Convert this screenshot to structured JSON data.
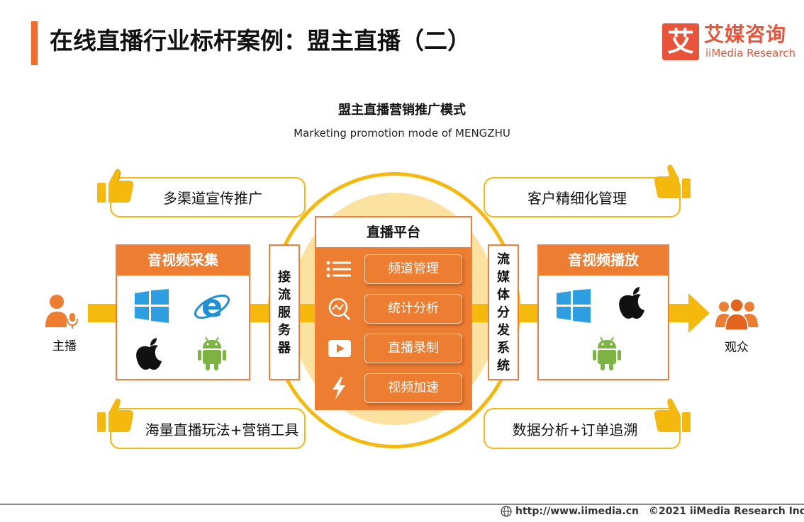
{
  "header": {
    "title": "在线直播行业标杆案例：盟主直播（二）",
    "logo_mark": "艾",
    "logo_cn": "艾媒咨询",
    "logo_en": "iiMedia Research"
  },
  "diagram": {
    "title": "盟主直播营销推广模式",
    "subtitle": "Marketing promotion mode of MENGZHU",
    "features": {
      "top_left": "多渠道宣传推广",
      "top_right": "客户精细化管理",
      "bottom_left": "海量直播玩法+营销工具",
      "bottom_right": "数据分析+订单追溯"
    },
    "host_label": "主播",
    "audience_label": "观众",
    "capture": {
      "title": "音视频采集",
      "icons": [
        "windows-icon",
        "ie-icon",
        "apple-icon",
        "android-icon"
      ]
    },
    "ingest_server": "接流服务器",
    "platform": {
      "title": "直播平台",
      "items": [
        {
          "label": "频道管理",
          "icon": "list-icon"
        },
        {
          "label": "统计分析",
          "icon": "analytics-icon"
        },
        {
          "label": "直播录制",
          "icon": "video-icon"
        },
        {
          "label": "视频加速",
          "icon": "lightning-icon"
        }
      ]
    },
    "distribution": "流媒体分发系统",
    "playback": {
      "title": "音视频播放",
      "icons": [
        "windows-icon",
        "apple-icon",
        "android-icon"
      ]
    },
    "colors": {
      "accent_orange": "#ed7d31",
      "accent_yellow": "#f5b90d",
      "brand_red": "#e8533a"
    }
  },
  "footer": {
    "url": "http://www.iimedia.cn",
    "copyright": "©2021  iiMedia Research  Inc"
  }
}
